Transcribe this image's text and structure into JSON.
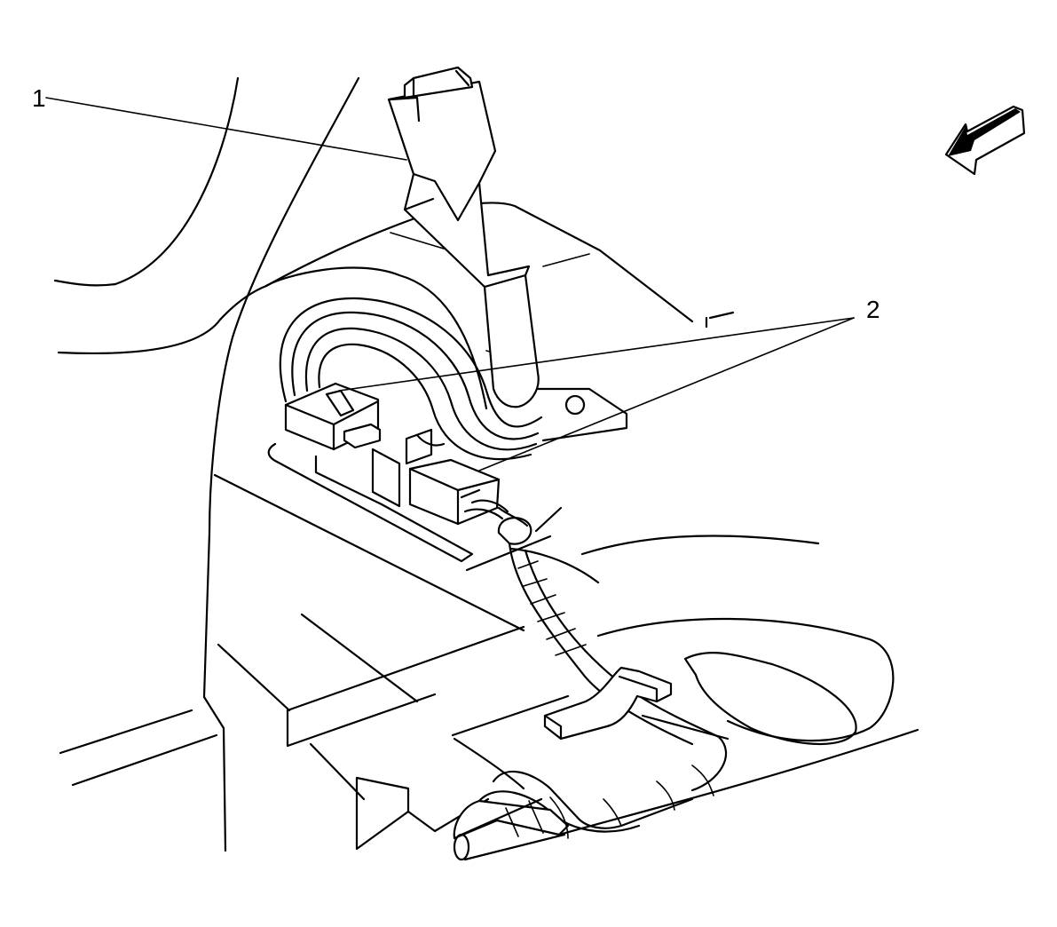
{
  "figure": {
    "callouts": [
      {
        "id": "1",
        "label": "1"
      },
      {
        "id": "2",
        "label": "2"
      }
    ],
    "icons": [
      "view-direction-arrow-icon"
    ]
  }
}
